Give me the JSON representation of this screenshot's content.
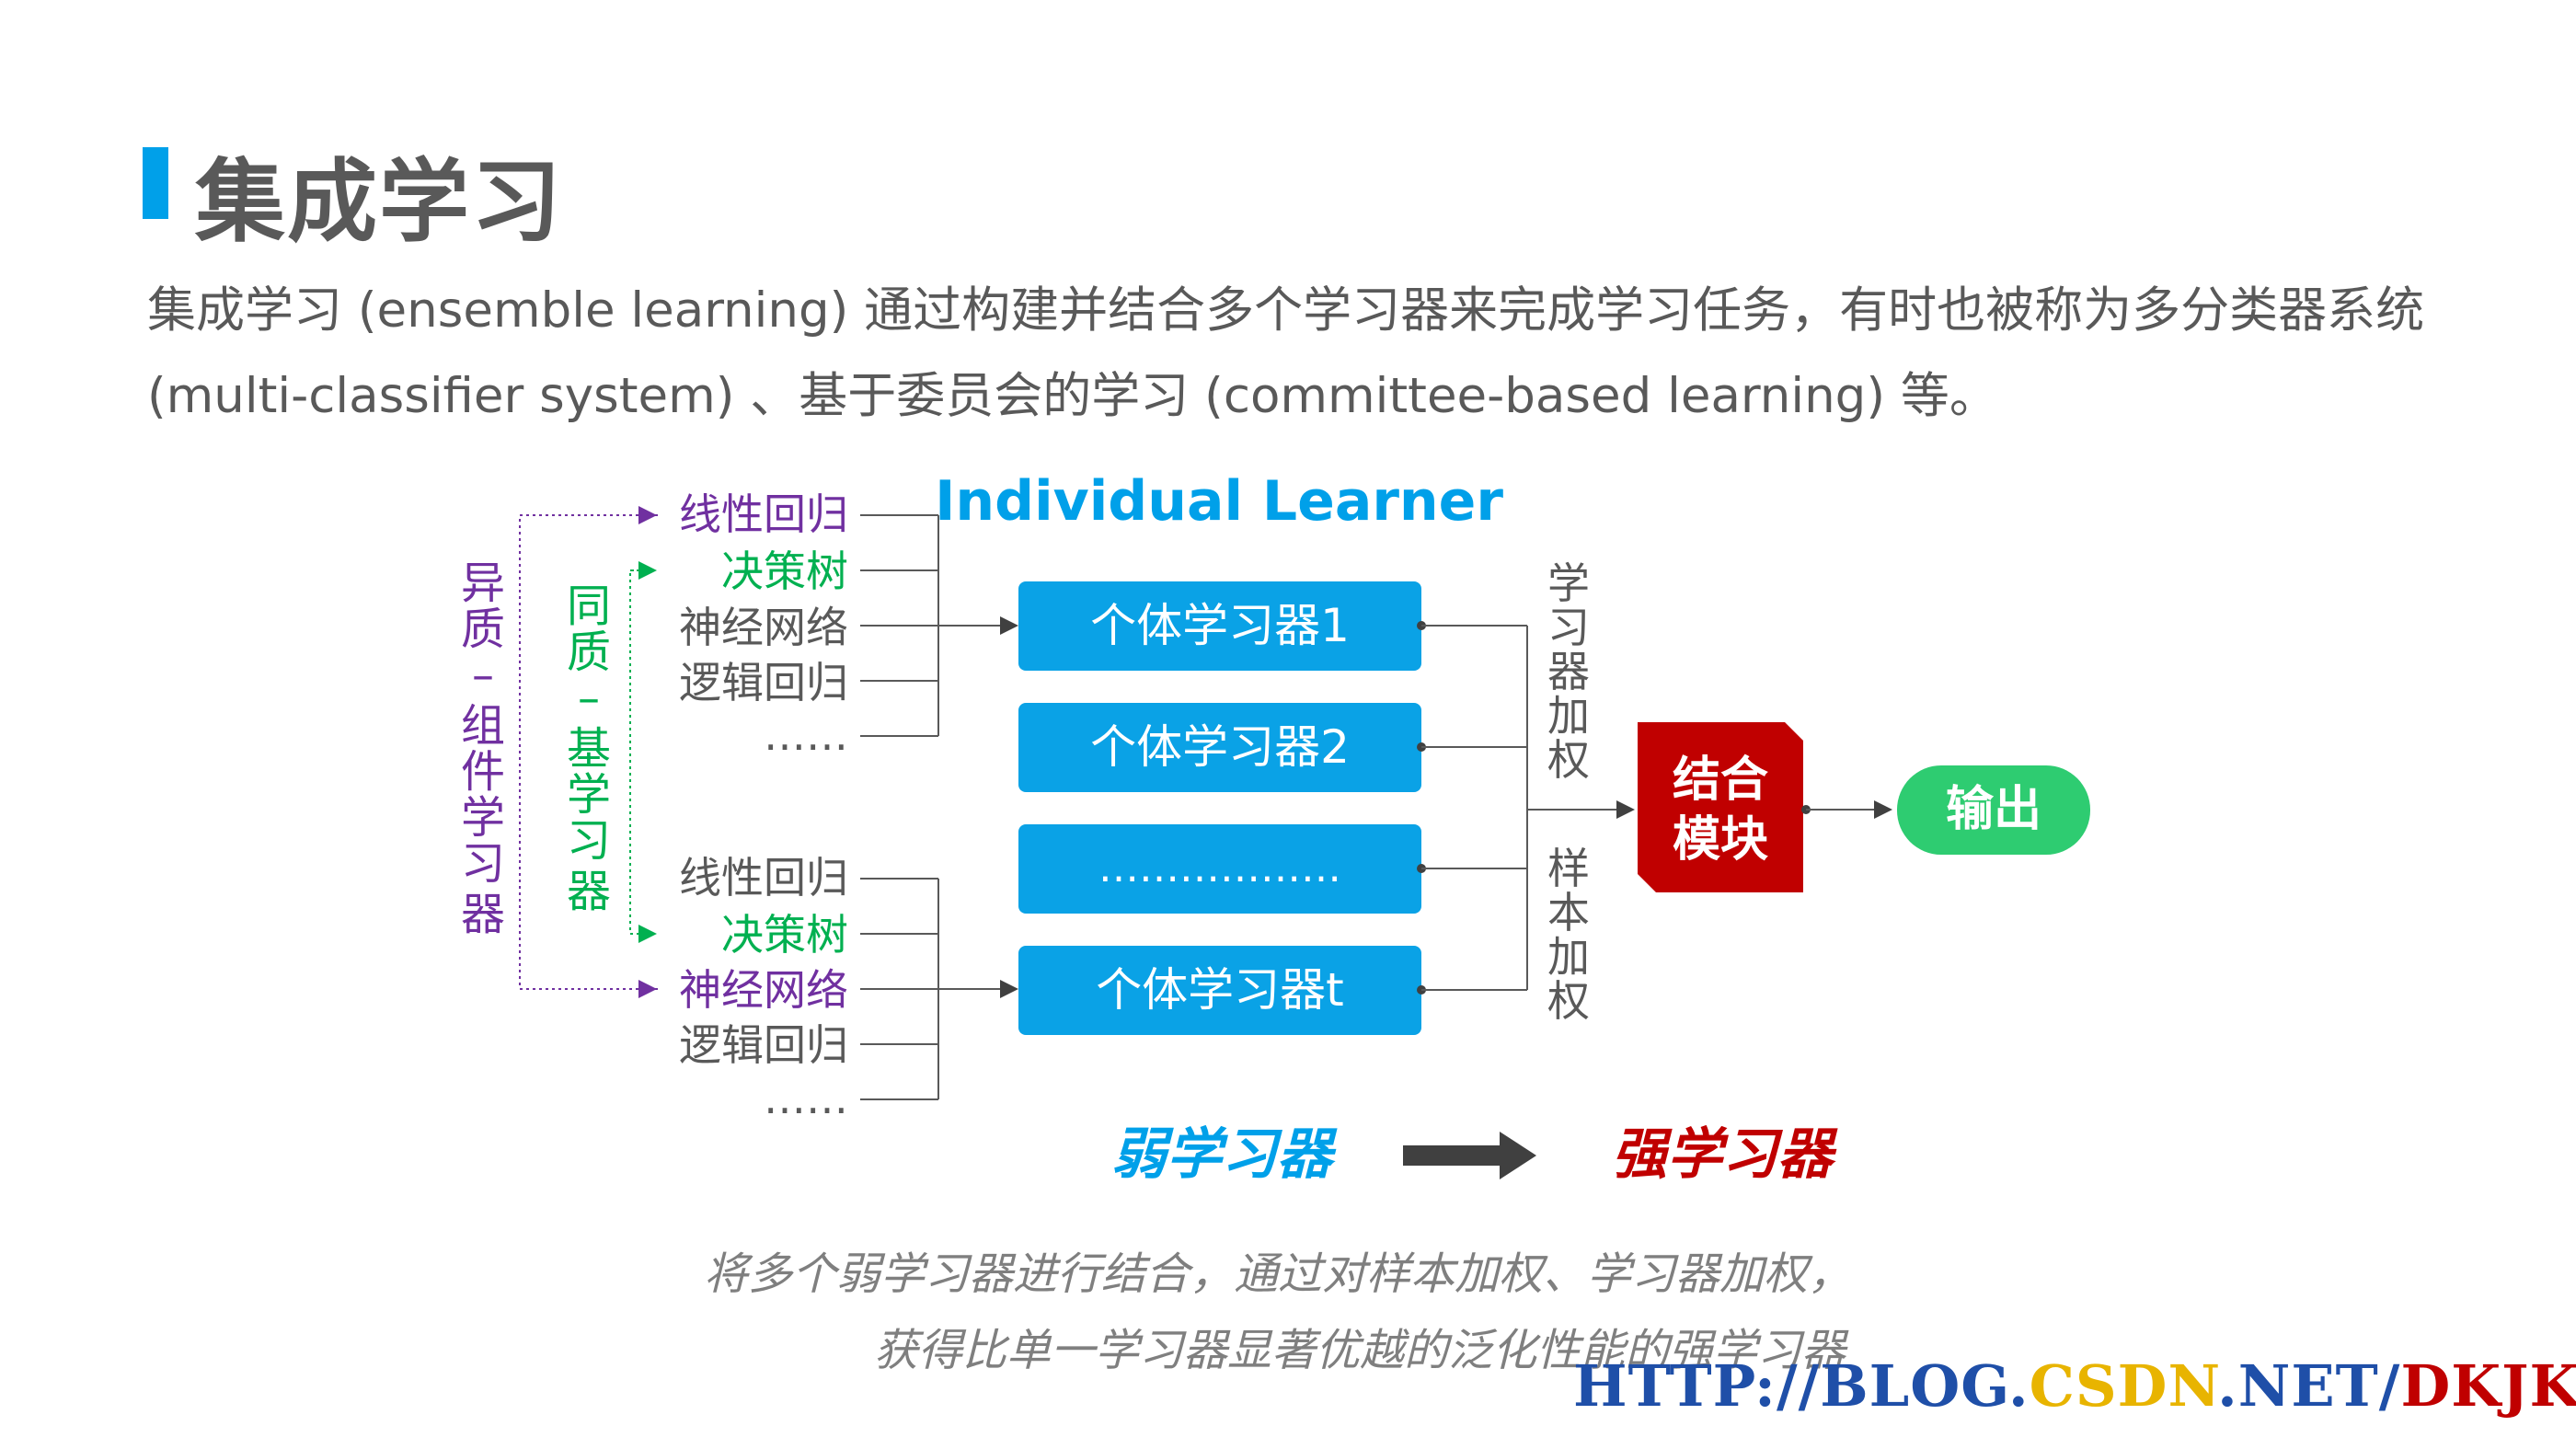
{
  "title": "集成学习",
  "intro": {
    "line1": "集成学习 (ensemble learning) 通过构建并结合多个学习器来完成学习任务，有时也被称为多分类器系统",
    "line2": "(multi-classifier system) 、基于委员会的学习 (committee-based learning) 等。"
  },
  "diagram": {
    "individual_learner_label": "Individual Learner",
    "hetero_label": [
      "异",
      "质",
      "–",
      "组",
      "件",
      "学",
      "习",
      "器"
    ],
    "homo_label": [
      "同",
      "质",
      "–",
      "基",
      "学",
      "习",
      "器"
    ],
    "group1": [
      "线性回归",
      "决策树",
      "神经网络",
      "逻辑回归",
      "……"
    ],
    "group2": [
      "线性回归",
      "决策树",
      "神经网络",
      "逻辑回归",
      "……"
    ],
    "learners": [
      "个体学习器1",
      "个体学习器2",
      "………………",
      "个体学习器t"
    ],
    "weight_learner": [
      "学",
      "习",
      "器",
      "加",
      "权"
    ],
    "weight_sample": [
      "样",
      "本",
      "加",
      "权"
    ],
    "combine": [
      "结合",
      "模块"
    ],
    "output": "输出",
    "weak": "弱学习器",
    "strong": "强学习器"
  },
  "caption": {
    "line1": "将多个弱学习器进行结合，通过对样本加权、学习器加权，",
    "line2": "获得比单一学习器显著优越的泛化性能的强学习器"
  },
  "watermark": {
    "part1": "HTTP://BLOG.",
    "part2": "CSDN",
    "part3": ".NET/",
    "part4": "DKJKLS"
  },
  "colors": {
    "accent_blue": "#00a0e9",
    "purple": "#7030a0",
    "green": "#00b050",
    "red": "#c00000",
    "output_green": "#2ecc71",
    "learner_box": "#0aa2e6",
    "text_gray": "#595959"
  }
}
